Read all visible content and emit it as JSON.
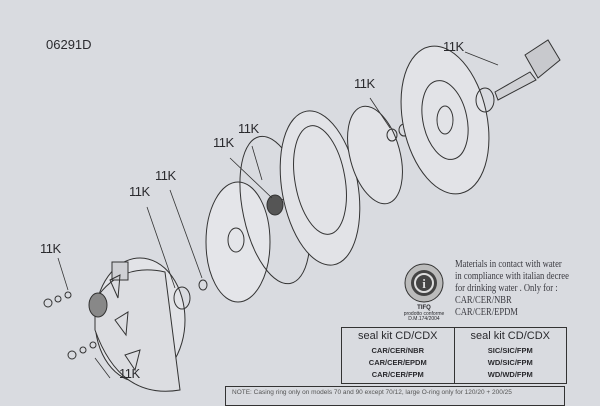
{
  "drawing_code": "06291D",
  "part_labels": [
    "11K",
    "11K",
    "11K",
    "11K",
    "11K",
    "11K",
    "11K",
    "11K"
  ],
  "materials_note": {
    "lines": [
      "Materials in contact with water",
      "in compliance with italian decree",
      "for drinking water . Only for :",
      "CAR/CER/NBR",
      "CAR/CER/EPDM"
    ]
  },
  "logo": {
    "name": "TIFQ",
    "line1": "prodotto conforme",
    "line2": "D.M.174/2004"
  },
  "seal_table": {
    "columns": [
      {
        "header": "seal kit CD/CDX",
        "rows": [
          "CAR/CER/NBR",
          "CAR/CER/EPDM",
          "CAR/CER/FPM"
        ]
      },
      {
        "header": "seal kit CD/CDX",
        "rows": [
          "SIC/SIC/FPM",
          "WD/SIC/FPM",
          "WD/WD/FPM"
        ]
      }
    ]
  },
  "note": "NOTE: Casing ring only on models 70 and 90 except 70/12, large O-ring only for 120/20 + 200/25"
}
